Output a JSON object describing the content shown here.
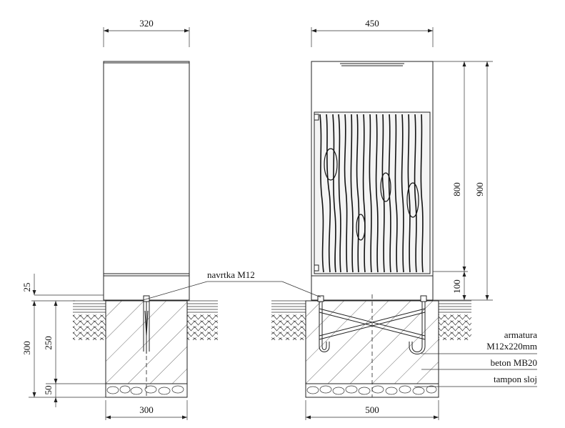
{
  "dimensions": {
    "left_top_width": "320",
    "right_top_width": "450",
    "left_bottom_width": "300",
    "right_bottom_width": "500",
    "height_25": "25",
    "height_300": "300",
    "height_250": "250",
    "height_50": "50",
    "height_800": "800",
    "height_900": "900",
    "height_100": "100"
  },
  "labels": {
    "nut": "navrtka M12",
    "rebar_1": "armatura",
    "rebar_2": "M12x220mm",
    "concrete": "beton MB20",
    "base": "tampon sloj"
  }
}
